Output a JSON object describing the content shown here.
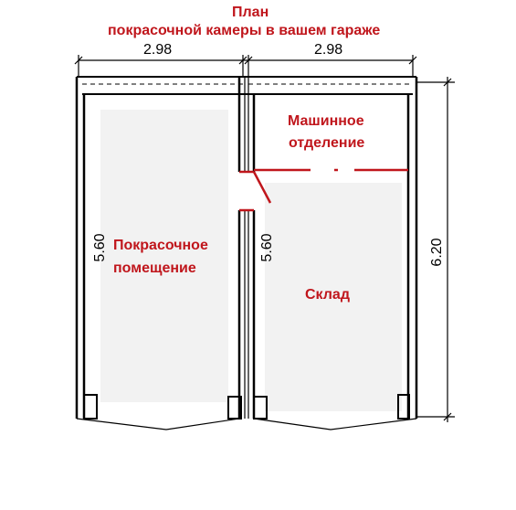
{
  "title": {
    "line1": "План",
    "line2": "покрасочной камеры в вашем гараже"
  },
  "dimensions": {
    "left_width": "2.98",
    "right_width": "2.98",
    "left_height": "5.60",
    "middle_height": "5.60",
    "total_height": "6.20"
  },
  "rooms": {
    "machine": {
      "line1": "Машинное",
      "line2": "отделение"
    },
    "paint": {
      "line1": "Покрасочное",
      "line2": "помещение"
    },
    "storage": "Склад"
  },
  "colors": {
    "label_red": "#c0161c",
    "wall": "#000000"
  }
}
